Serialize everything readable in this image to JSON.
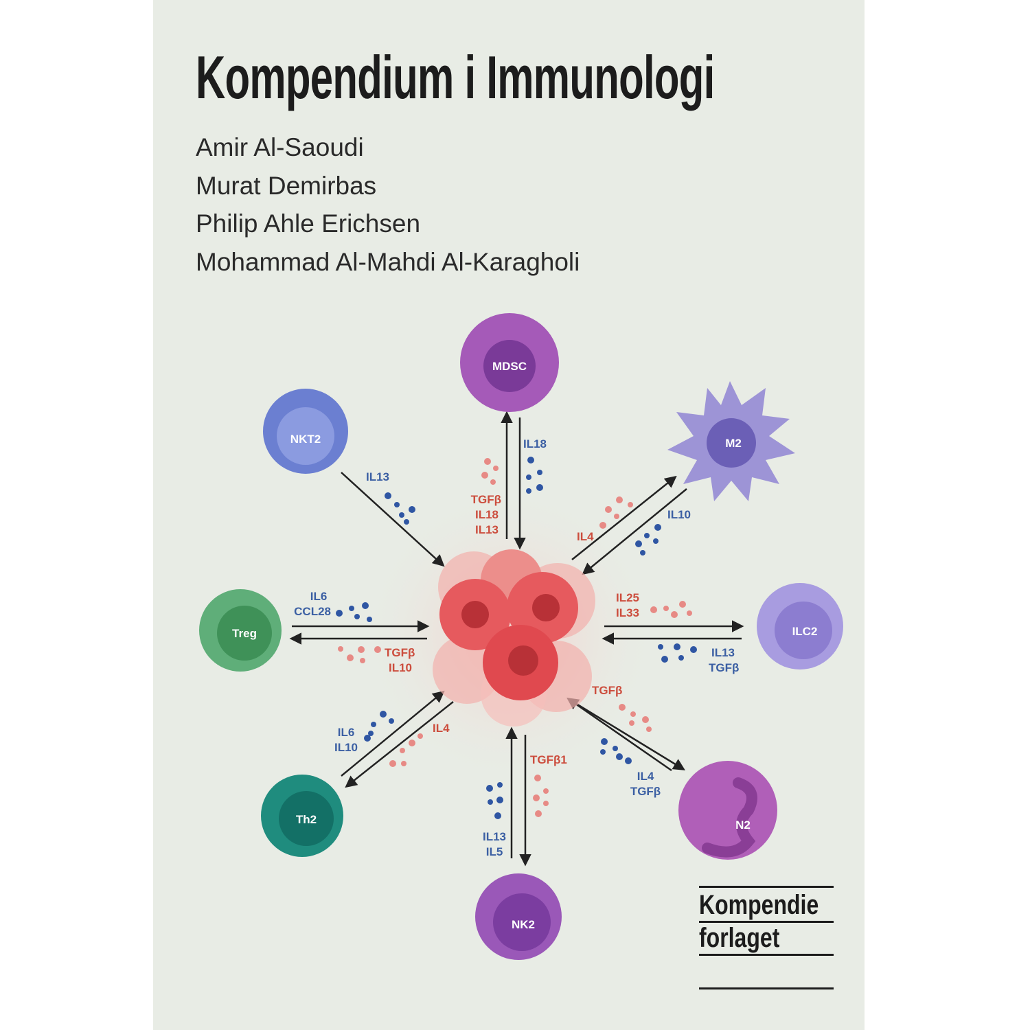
{
  "book": {
    "title": "Kompendium i Immunologi",
    "authors": [
      "Amir Al-Saoudi",
      "Murat Demirbas",
      "Philip Ahle Erichsen",
      "Mohammad Al-Mahdi Al-Karagholi"
    ]
  },
  "figure": {
    "cells": {
      "mdsc": "MDSC",
      "m2": "M2",
      "nkt2": "NKT2",
      "treg": "Treg",
      "ilc2": "ILC2",
      "th2": "Th2",
      "n2": "N2",
      "nk2": "NK2"
    },
    "cytokines": {
      "mdsc_in": "IL18",
      "mdsc_out": [
        "TGFβ",
        "IL18",
        "IL13"
      ],
      "nkt2_in": "IL13",
      "m2_out": "IL10",
      "m2_in": "IL4",
      "treg_in": [
        "IL6",
        "CCL28"
      ],
      "treg_out": [
        "TGFβ",
        "IL10"
      ],
      "ilc2_out": [
        "IL25",
        "IL33"
      ],
      "ilc2_in": [
        "IL13",
        "TGFβ"
      ],
      "th2_in": [
        "IL6",
        "IL10"
      ],
      "th2_out": "IL4",
      "n2_out": "TGFβ",
      "n2_in": [
        "IL4",
        "TGFβ"
      ],
      "nk2_out": "TGFβ1",
      "nk2_in": [
        "IL13",
        "IL5"
      ]
    },
    "colors": {
      "blue_text": "#3b5fa3",
      "red_text": "#cc4d3d",
      "tumor": "#e0494f"
    }
  },
  "publisher": {
    "line1": "Kompendie",
    "line2": "forlaget"
  }
}
